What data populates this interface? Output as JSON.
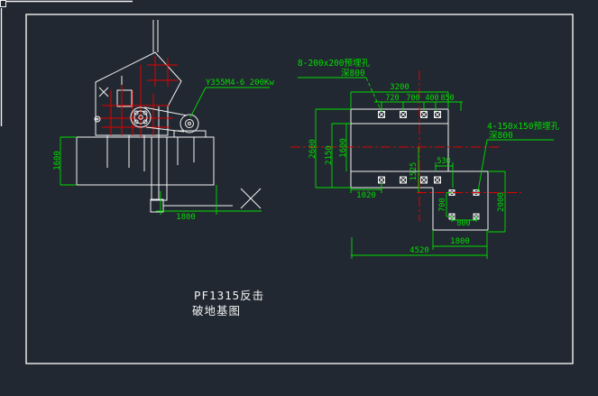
{
  "colors": {
    "background": "#222831",
    "line_white": "#f2f2f2",
    "dim_green": "#00dd00",
    "centerline_red": "#e00000",
    "hatch_green": "#00cc00"
  },
  "title": {
    "line1": "PF1315反击",
    "line2": "破地基图"
  },
  "side": {
    "motor_label": "Y355M4-6  200Kw",
    "dim_1600": "1600",
    "dim_1800": "1800"
  },
  "plan": {
    "note_top1": "8-200x200预埋孔",
    "note_top2": "深800",
    "note_right1": "4-150x150预埋孔",
    "note_right2": "深800",
    "dim_3200": "3200",
    "dim_720": "720",
    "dim_700": "700",
    "dim_400": "400",
    "dim_850": "850",
    "dim_2600": "2600",
    "dim_2150": "2150",
    "dim_1600": "1600",
    "dim_1020": "1020",
    "dim_530": "530",
    "dim_1525": "1525",
    "dim_700_ext": "700",
    "dim_800": "800",
    "dim_2000": "2000",
    "dim_1800": "1800",
    "dim_4520": "4520"
  }
}
